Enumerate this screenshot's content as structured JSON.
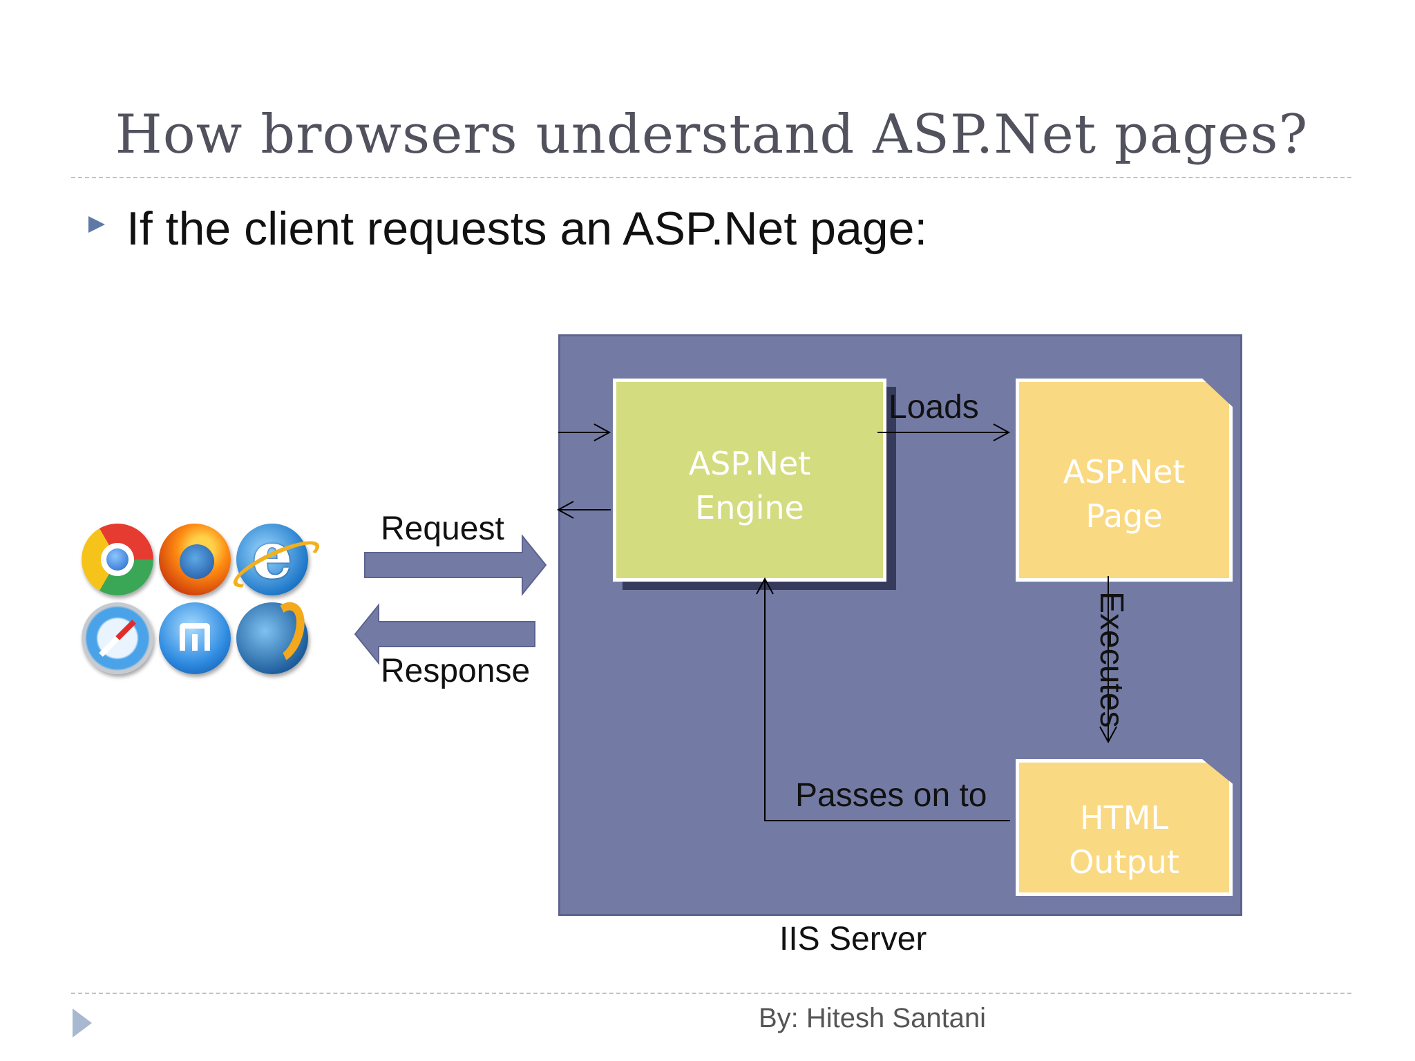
{
  "slide": {
    "title": "How browsers understand ASP.Net pages?",
    "bullet": "If the client requests an ASP.Net page:"
  },
  "diagram": {
    "request_label": "Request",
    "response_label": "Response",
    "server_label": "IIS Server",
    "engine": {
      "line1": "ASP.Net",
      "line2": "Engine"
    },
    "page": {
      "line1": "ASP.Net",
      "line2": "Page"
    },
    "output": {
      "line1": "HTML",
      "line2": "Output"
    },
    "loads_label": "Loads",
    "executes_label": "Executes",
    "passes_label": "Passes on to",
    "browser_icons": [
      "chrome-icon",
      "firefox-icon",
      "internet-explorer-icon",
      "safari-icon",
      "maxthon-icon",
      "thunderbird-icon"
    ],
    "colors": {
      "server_bg": "#737ba5",
      "engine_bg": "#d3dc7f",
      "page_bg": "#fad983",
      "arrow_fill": "#737ba5"
    }
  },
  "footer": {
    "author": "By: Hitesh Santani"
  }
}
